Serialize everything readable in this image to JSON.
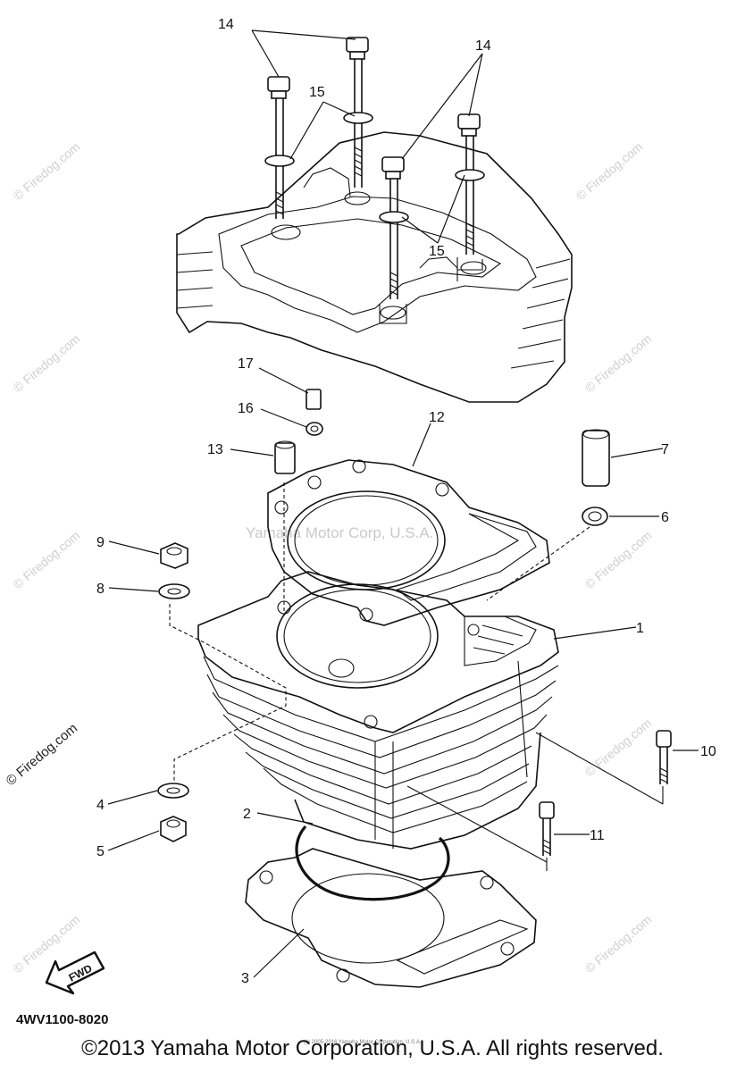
{
  "diagram": {
    "part_numbers": {
      "p1": "1",
      "p2": "2",
      "p3": "3",
      "p4": "4",
      "p5": "5",
      "p6": "6",
      "p7": "7",
      "p8": "8",
      "p9": "9",
      "p10": "10",
      "p11": "11",
      "p12": "12",
      "p13": "13",
      "p14a": "14",
      "p14b": "14",
      "p15a": "15",
      "p15b": "15",
      "p16": "16",
      "p17": "17"
    },
    "fwd_label": "FWD",
    "diagram_code": "4WV1100-8020",
    "center_watermark": "Yamaha Motor Corp, U.S.A.",
    "watermark": "© Firedog.com",
    "fine_print": "(c) 2005-2016 Yamaha Motor Corporation, U.S.A.",
    "copyright": "©2013 Yamaha Motor Corporation, U.S.A. All rights reserved."
  }
}
